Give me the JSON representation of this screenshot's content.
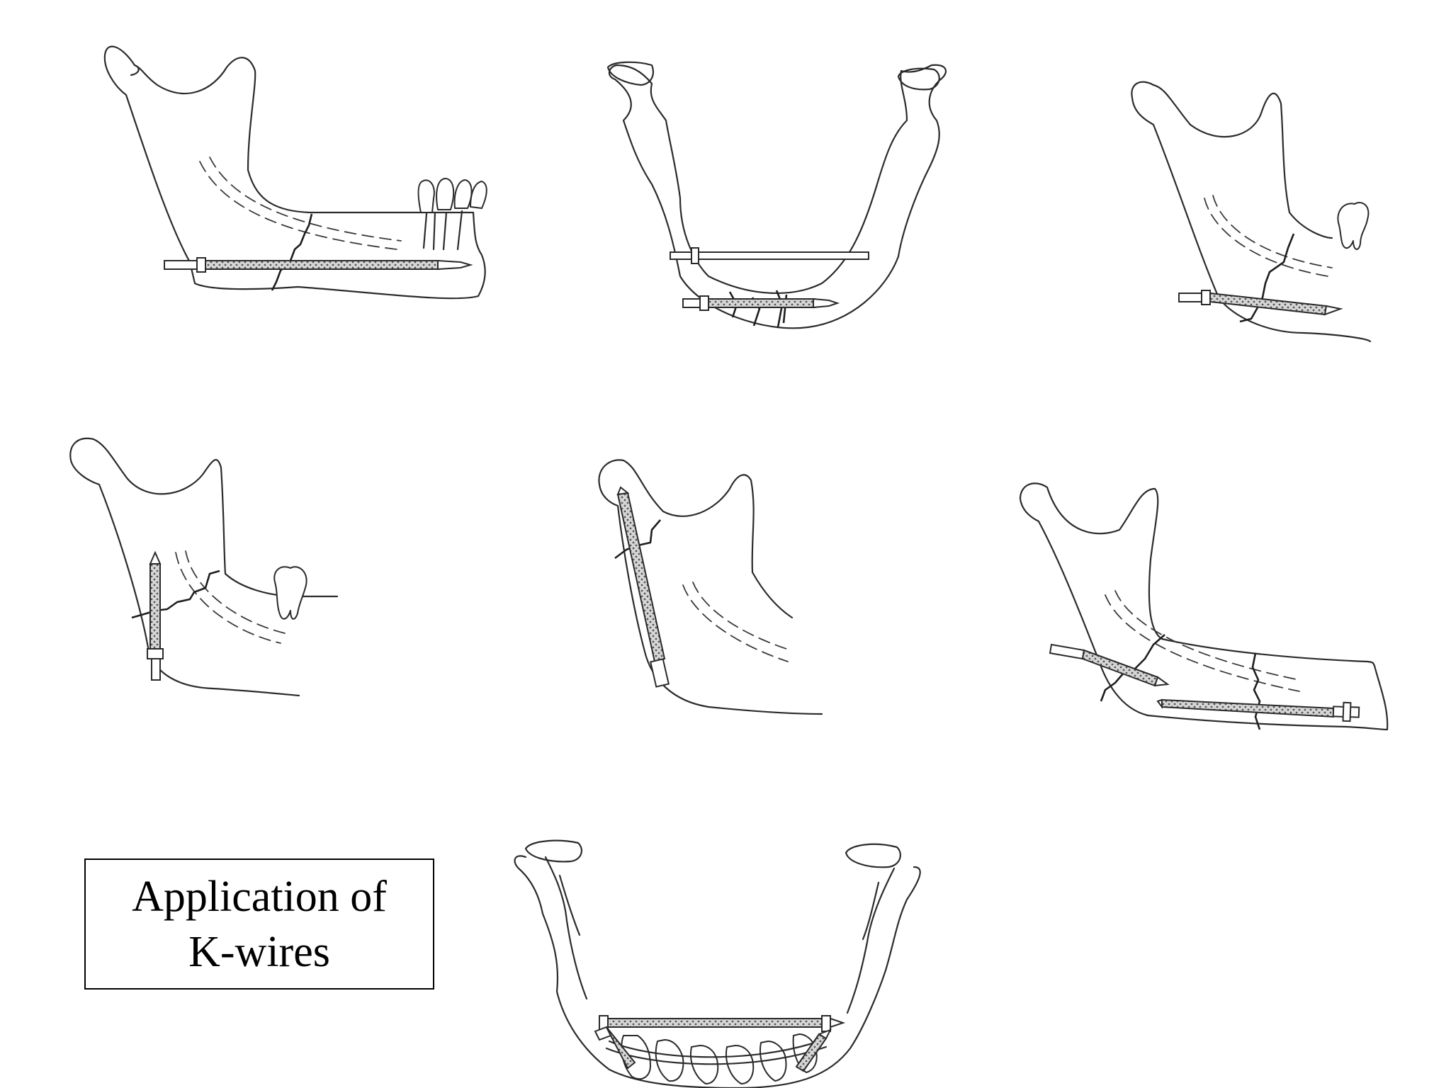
{
  "caption": {
    "line1": "Application of",
    "line2": "K-wires"
  },
  "figures": [
    {
      "id": "fig-1",
      "view": "lateral",
      "wire": "textured"
    },
    {
      "id": "fig-2",
      "view": "frontal",
      "wire": "smooth and textured"
    },
    {
      "id": "fig-3",
      "view": "lateral",
      "wire": "textured"
    },
    {
      "id": "fig-4",
      "view": "lateral",
      "wire": "textured"
    },
    {
      "id": "fig-5",
      "view": "lateral",
      "wire": "textured"
    },
    {
      "id": "fig-6",
      "view": "lateral",
      "wire": "textured"
    },
    {
      "id": "fig-7",
      "view": "frontal",
      "wire": "textured"
    }
  ],
  "colors": {
    "line": "#2b2b2b",
    "wire_fill": "#cfcfcf",
    "background": "#ffffff"
  }
}
